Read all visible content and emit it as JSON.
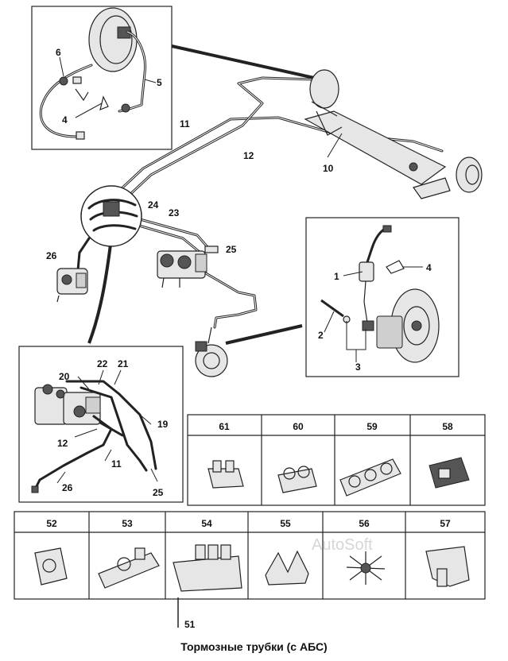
{
  "caption": "Тормозные трубки (с АБС)",
  "watermark": "AutoSoft",
  "callouts": {
    "n1": "1",
    "n2": "2",
    "n3": "3",
    "n4": "4",
    "n4b": "4",
    "n5": "5",
    "n6": "6",
    "n10": "10",
    "n11": "11",
    "n11b": "11",
    "n12": "12",
    "n12b": "12",
    "n19": "19",
    "n20": "20",
    "n21": "21",
    "n22": "22",
    "n23": "23",
    "n24": "24",
    "n25": "25",
    "n25b": "25",
    "n26": "26",
    "n26b": "26",
    "n51": "51"
  },
  "clip_table": {
    "row1": [
      "61",
      "60",
      "59",
      "58"
    ],
    "row2": [
      "52",
      "53",
      "54",
      "55",
      "56",
      "57"
    ]
  }
}
